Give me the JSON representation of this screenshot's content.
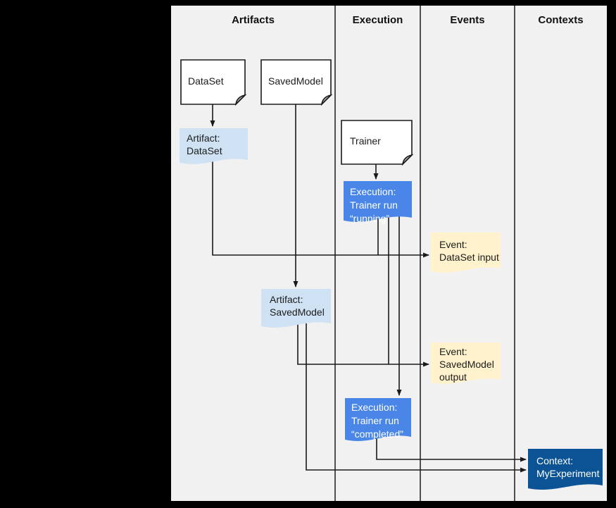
{
  "columns": {
    "artifacts": "Artifacts",
    "execution": "Execution",
    "events": "Events",
    "contexts": "Contexts"
  },
  "nodes": {
    "dataset_doc": {
      "label": "DataSet"
    },
    "savedmodel_doc": {
      "label": "SavedModel"
    },
    "trainer_doc": {
      "label": "Trainer"
    },
    "artifact_dataset": {
      "lines": [
        "Artifact:",
        "DataSet"
      ]
    },
    "artifact_savedmodel": {
      "lines": [
        "Artifact:",
        "SavedModel"
      ]
    },
    "execution_running": {
      "lines": [
        "Execution:",
        "Trainer run",
        "“running”"
      ]
    },
    "execution_completed": {
      "lines": [
        "Execution:",
        "Trainer run",
        "“completed”"
      ]
    },
    "event_dataset_input": {
      "lines": [
        "Event:",
        "DataSet input"
      ]
    },
    "event_savedmodel_output": {
      "lines": [
        "Event:",
        "SavedModel",
        "output"
      ]
    },
    "context_myexperiment": {
      "lines": [
        "Context:",
        "MyExperiment"
      ]
    }
  },
  "colors": {
    "page_bg": "#000000",
    "canvas_bg": "#f1f1f1",
    "document_fill": "#ffffff",
    "artifact_fill": "#cfe2f3",
    "execution_fill": "#4a86e8",
    "event_fill": "#fff2cc",
    "context_fill": "#0b5394",
    "line": "#1a1a1a"
  }
}
